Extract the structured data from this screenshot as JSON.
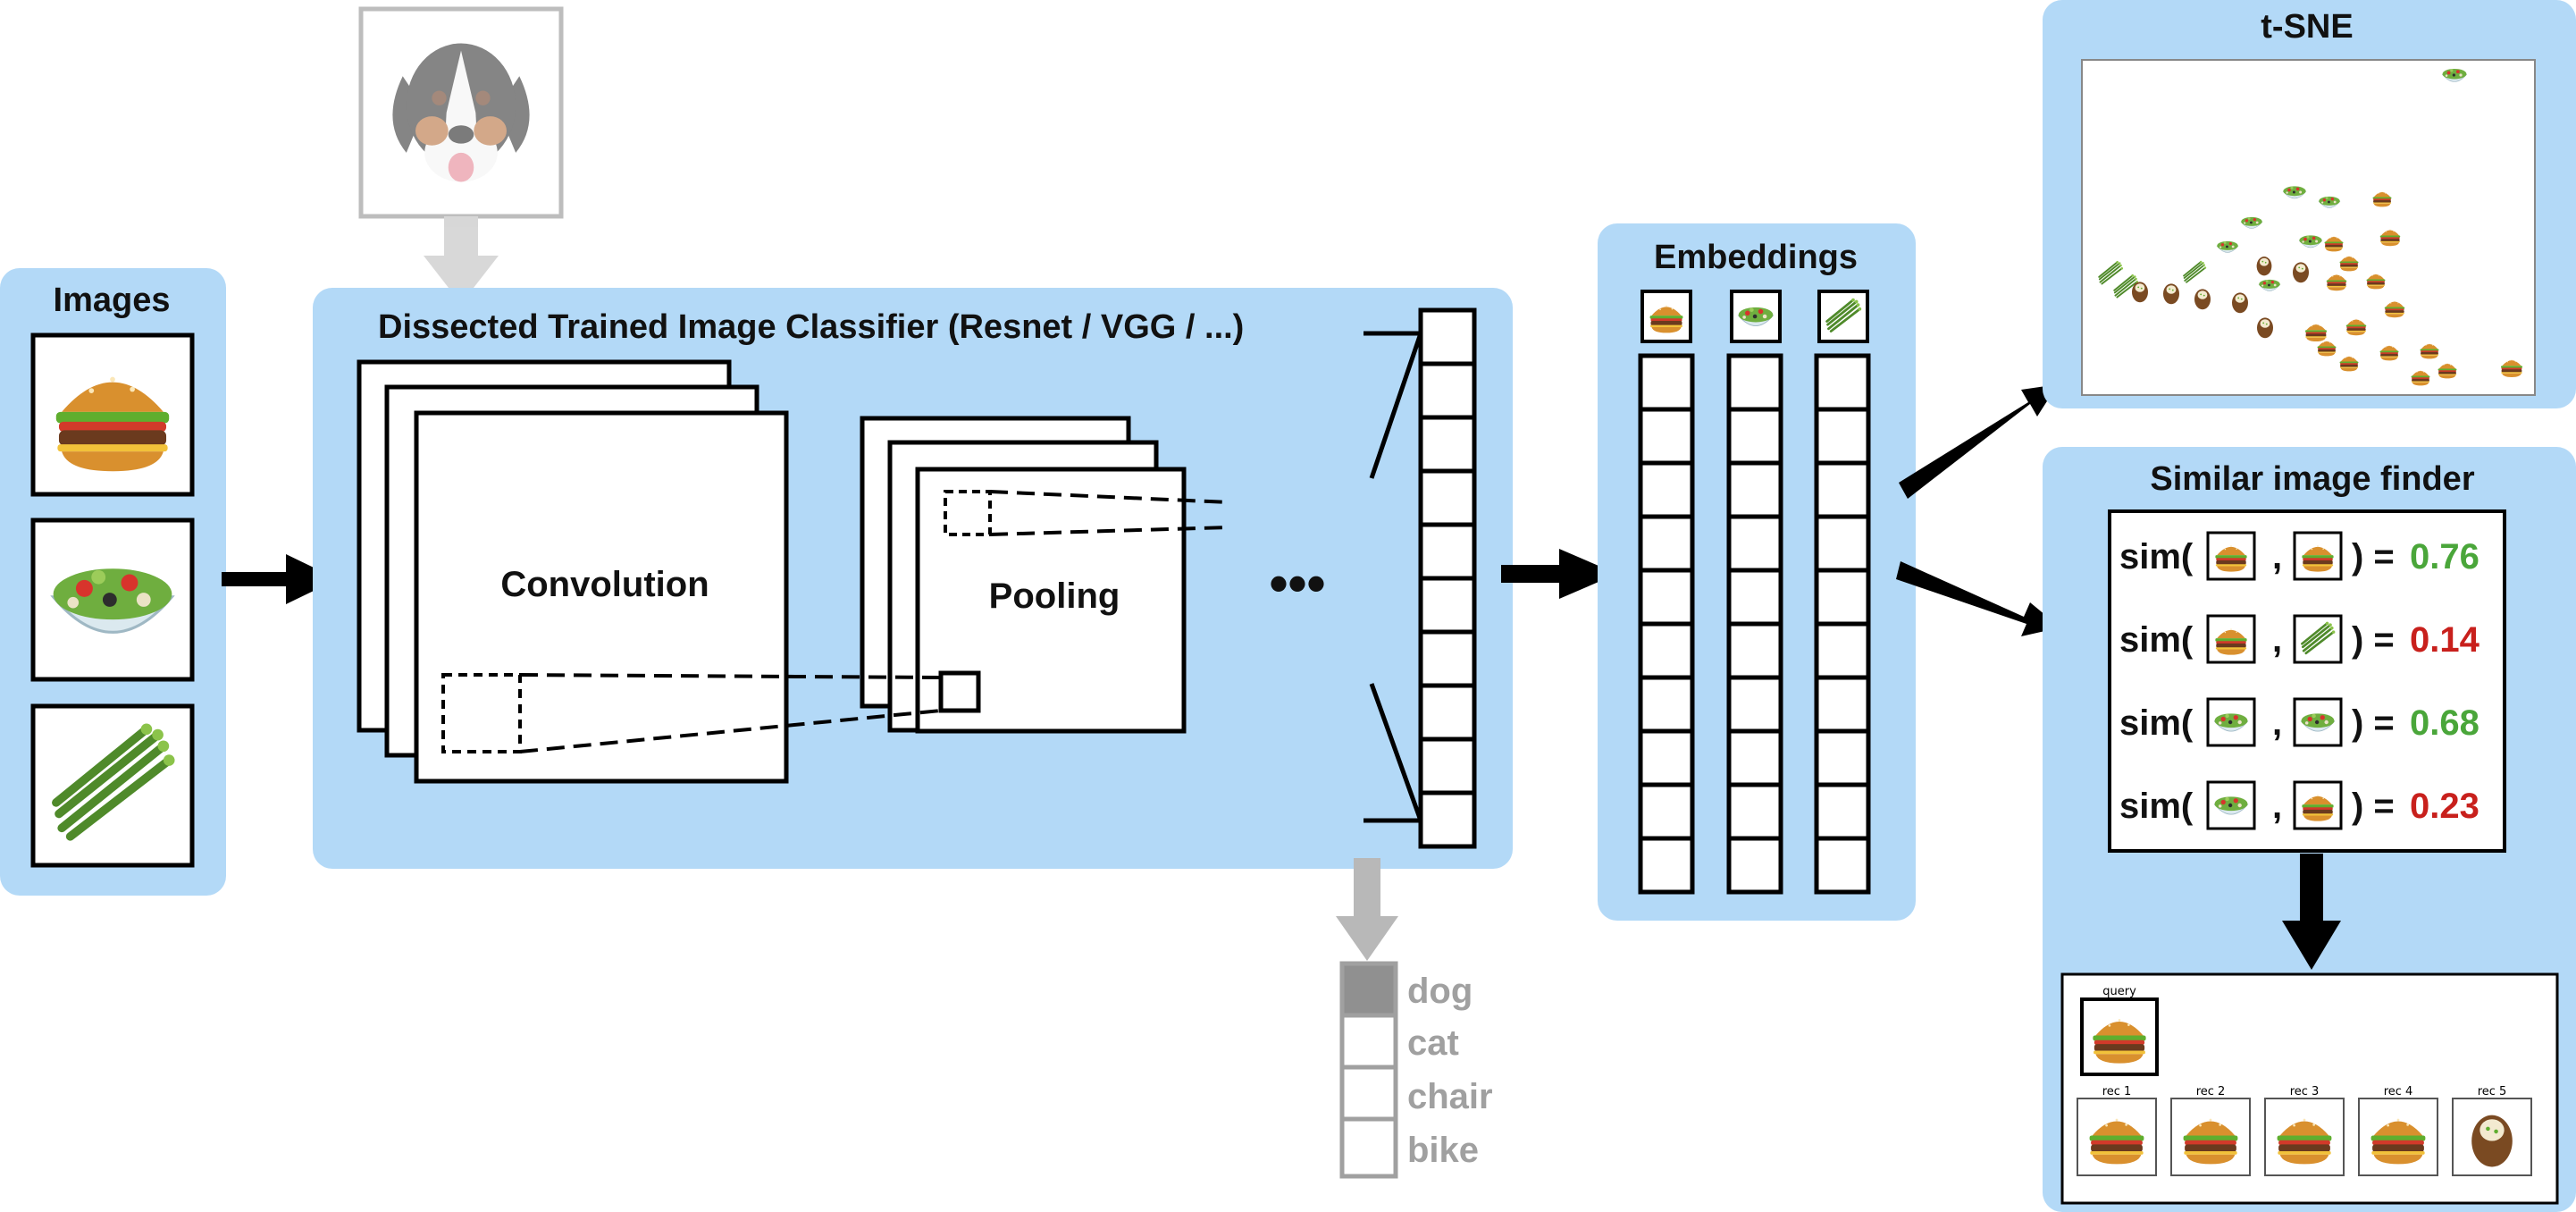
{
  "colors": {
    "panel": "#b3d9f7",
    "stroke": "#000000",
    "faded": "#a8a8a8",
    "score_high": "#4aa63a",
    "score_low": "#c8201c"
  },
  "images_panel": {
    "title": "Images",
    "thumbnails": [
      "burger-icon",
      "salad-icon",
      "asparagus-icon"
    ]
  },
  "input_example": {
    "thumbnail": "dog-icon"
  },
  "classifier_panel": {
    "title": "Dissected Trained Image Classifier (Resnet / VGG / ...)",
    "convolution_label": "Convolution",
    "pooling_label": "Pooling",
    "ellipsis": "•••"
  },
  "class_outputs": {
    "labels": [
      "dog",
      "cat",
      "chair",
      "bike"
    ],
    "selected": "dog"
  },
  "embeddings_panel": {
    "title": "Embeddings",
    "thumbnails": [
      "burger-icon",
      "salad-icon",
      "asparagus-icon"
    ]
  },
  "tsne_panel": {
    "title": "t-SNE"
  },
  "similar_panel": {
    "title": "Similar image finder",
    "rows": [
      {
        "prefix": "sim(",
        "separator": ",",
        "suffix": ") =",
        "a": "burger-icon",
        "b": "burger-icon",
        "score": "0.76",
        "level": "high"
      },
      {
        "prefix": "sim(",
        "separator": ",",
        "suffix": ") =",
        "a": "burger-icon",
        "b": "asparagus-icon",
        "score": "0.14",
        "level": "low"
      },
      {
        "prefix": "sim(",
        "separator": ",",
        "suffix": ") =",
        "a": "salad-icon",
        "b": "salad-icon",
        "score": "0.68",
        "level": "high"
      },
      {
        "prefix": "sim(",
        "separator": ",",
        "suffix": ") =",
        "a": "salad-icon",
        "b": "burger-icon",
        "score": "0.23",
        "level": "low"
      }
    ]
  },
  "recommendations": {
    "query_label": "query",
    "rec_labels": [
      "rec 1",
      "rec 2",
      "rec 3",
      "rec 4",
      "rec 5"
    ]
  }
}
